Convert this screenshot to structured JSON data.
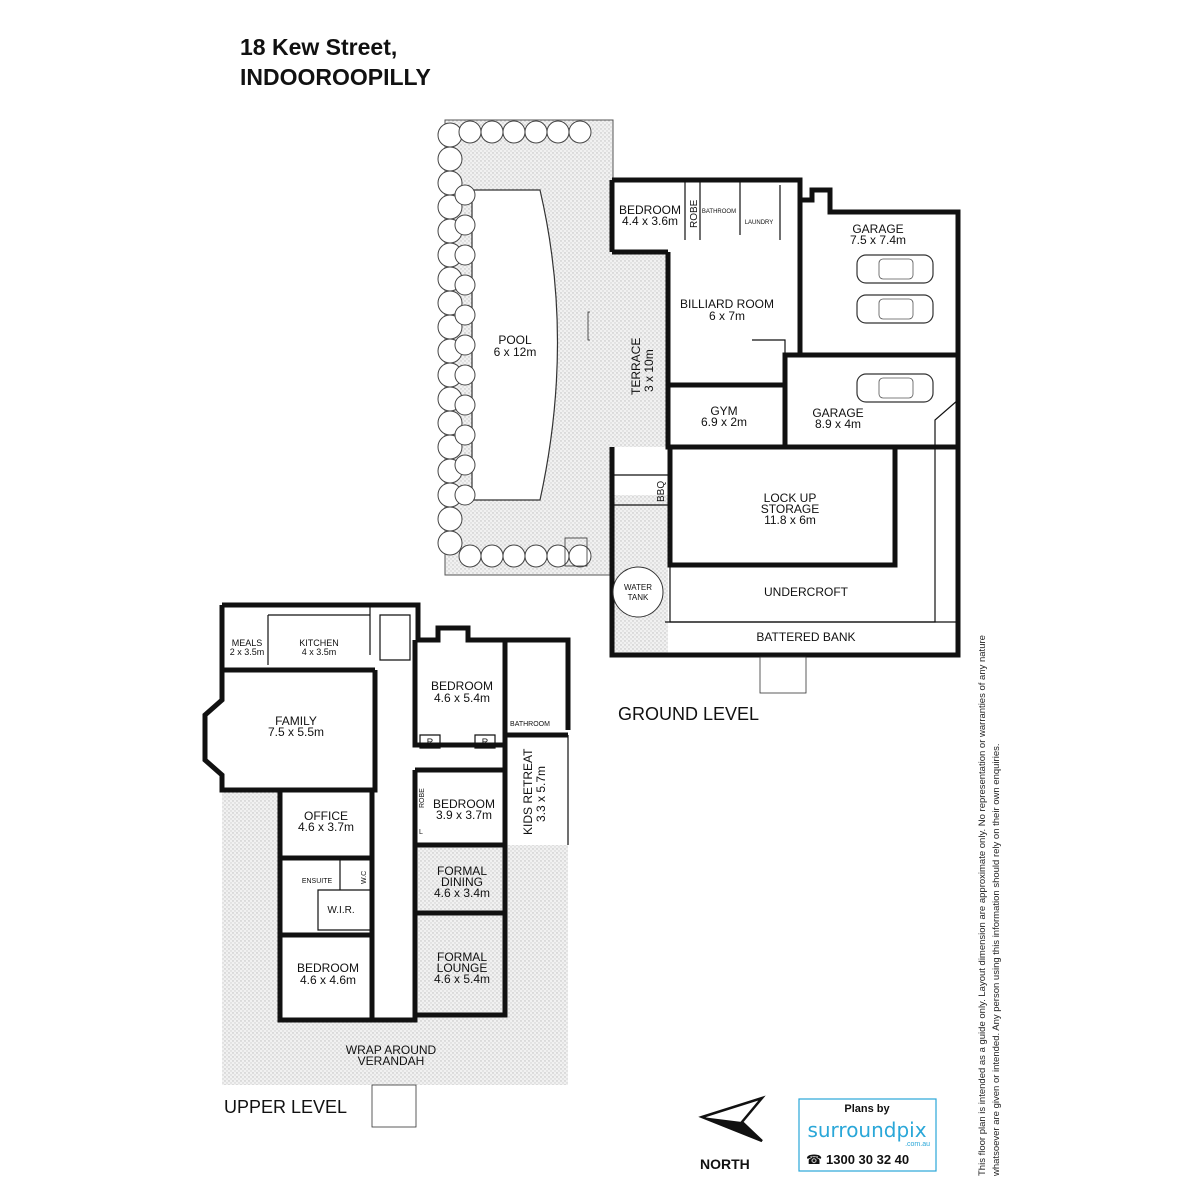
{
  "title": {
    "line1": "18 Kew Street,",
    "line2": "INDOOROOPILLY"
  },
  "ground_level": {
    "label": "GROUND LEVEL",
    "pool": {
      "name": "POOL",
      "dims": "6 x 12m"
    },
    "bedroom": {
      "name": "BEDROOM",
      "dims": "4.4 x 3.6m"
    },
    "robe": "ROBE",
    "bathroom": "BATHROOM",
    "laundry": "LAUNDRY",
    "garage1": {
      "name": "GARAGE",
      "dims": "7.5 x 7.4m"
    },
    "billiard": {
      "name": "BILLIARD ROOM",
      "dims": "6 x 7m"
    },
    "terrace": {
      "name": "TERRACE",
      "dims": "3 x 10m"
    },
    "gym": {
      "name": "GYM",
      "dims": "6.9 x 2m"
    },
    "garage2": {
      "name": "GARAGE",
      "dims": "8.9 x 4m"
    },
    "bbq": "BBQ",
    "storage": {
      "name1": "LOCK UP",
      "name2": "STORAGE",
      "dims": "11.8 x 6m"
    },
    "water_tank": {
      "line1": "WATER",
      "line2": "TANK"
    },
    "undercroft": "UNDERCROFT",
    "battered_bank": "BATTERED BANK"
  },
  "upper_level": {
    "label": "UPPER LEVEL",
    "meals": {
      "name": "MEALS",
      "dims": "2 x 3.5m"
    },
    "kitchen": {
      "name": "KITCHEN",
      "dims": "4 x 3.5m"
    },
    "family": {
      "name": "FAMILY",
      "dims": "7.5 x 5.5m"
    },
    "bedroom1": {
      "name": "BEDROOM",
      "dims": "4.6 x 5.4m"
    },
    "bathroom": "BATHROOM",
    "r": "R",
    "kids_retreat": {
      "name": "KIDS RETREAT",
      "dims": "3.3 x 5.7m"
    },
    "bedroom2": {
      "name": "BEDROOM",
      "dims": "3.9 x 3.7m"
    },
    "robe": "ROBE",
    "l": "L",
    "office": {
      "name": "OFFICE",
      "dims": "4.6 x 3.7m"
    },
    "ensuite": "ENSUITE",
    "wc": "W.C",
    "wir": "W.I.R.",
    "bedroom3": {
      "name": "BEDROOM",
      "dims": "4.6 x 4.6m"
    },
    "formal_dining": {
      "name1": "FORMAL",
      "name2": "DINING",
      "dims": "4.6 x 3.4m"
    },
    "formal_lounge": {
      "name1": "FORMAL",
      "name2": "LOUNGE",
      "dims": "4.6 x 5.4m"
    },
    "verandah": {
      "line1": "WRAP AROUND",
      "line2": "VERANDAH"
    }
  },
  "compass": {
    "label": "NORTH"
  },
  "branding": {
    "plans_by": "Plans by",
    "brand": "surroundpix",
    "domain": ".com.au",
    "phone": "1300 30 32 40",
    "brand_color": "#2aa7d8"
  },
  "disclaimer": {
    "line1": "This floor plan is intended as a guide only. Layout dimension are approximate only. No representation or warranties of any nature",
    "line2": "whatsoever are given or intended. Any person using this information should rely on their own enquiries."
  }
}
